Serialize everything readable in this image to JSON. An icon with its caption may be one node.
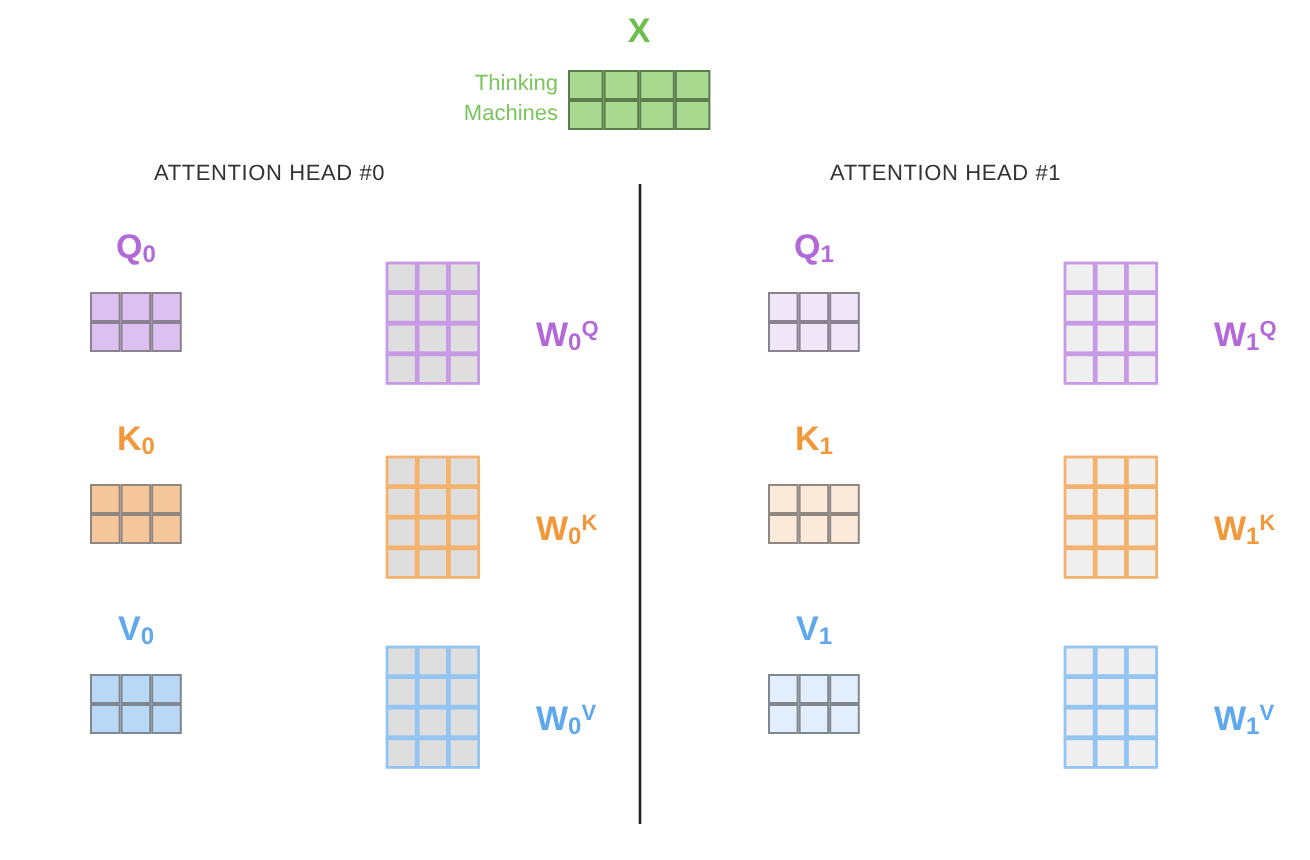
{
  "diagram": {
    "nodes": [
      {
        "text": [
          "X"
        ],
        "beside": [
          "Thinking",
          "Machines"
        ]
      },
      {
        "text": [
          "Q$_{0}$"
        ]
      },
      {
        "text": [
          "W$_{0}$$^{Q}$"
        ]
      },
      {
        "text": [
          "K$_{0}$"
        ]
      },
      {
        "text": [
          "W$_{0}$$^{K}$"
        ]
      },
      {
        "text": [
          "V$_{0}$"
        ]
      },
      {
        "text": [
          "W$_{0}$$^{V}$"
        ]
      },
      {
        "text": [
          "Q$_{1}$"
        ]
      },
      {
        "text": [
          "W$_{1}$$^{Q}$"
        ]
      },
      {
        "text": [
          "K$_{1}$"
        ]
      },
      {
        "text": [
          "W$_{1}$$^{K}$"
        ]
      },
      {
        "text": [
          "V$_{1}$"
        ]
      },
      {
        "text": [
          "W$_{1}$$^{V}$"
        ]
      }
    ],
    "labels": [
      "ATTENTION HEAD #0",
      "ATTENTION HEAD #1"
    ]
  }
}
